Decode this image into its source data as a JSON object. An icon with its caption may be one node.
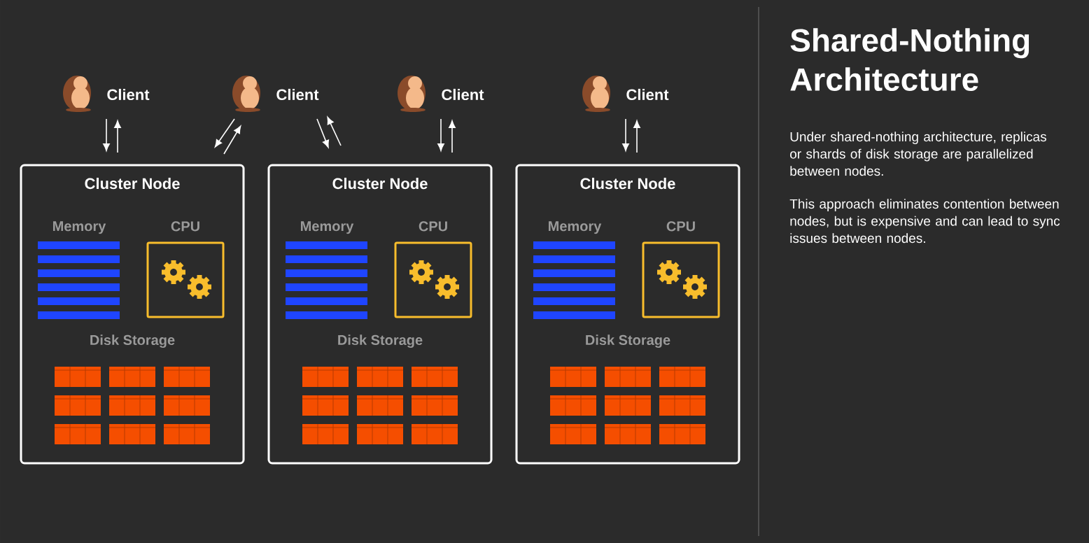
{
  "diagram": {
    "title": "Shared-Nothing Architecture",
    "nodes": [
      {
        "text": [
          "Client"
        ]
      },
      {
        "text": [
          "Client"
        ]
      },
      {
        "text": [
          "Client"
        ]
      },
      {
        "text": [
          "Client"
        ]
      },
      {
        "text": [
          "Cluster Node"
        ]
      },
      {
        "text": [
          "Memory"
        ],
        "in": 4
      },
      {
        "text": [
          "CPU"
        ],
        "in": 4
      },
      {
        "text": [
          "Disk Storage"
        ],
        "in": 4
      },
      {
        "text": [
          "Cluster Node"
        ]
      },
      {
        "text": [
          "Memory"
        ],
        "in": 8
      },
      {
        "text": [
          "CPU"
        ],
        "in": 8
      },
      {
        "text": [
          "Disk Storage"
        ],
        "in": 8
      },
      {
        "text": [
          "Cluster Node"
        ]
      },
      {
        "text": [
          "Memory"
        ],
        "in": 12
      },
      {
        "text": [
          "CPU"
        ],
        "in": 12
      },
      {
        "text": [
          "Disk Storage"
        ],
        "in": 12
      }
    ],
    "edges": [
      {
        "from": 0,
        "to": 4,
        "arrow": "to"
      },
      {
        "from": 4,
        "to": 0,
        "arrow": "to"
      },
      {
        "from": 1,
        "to": 4,
        "arrow": "to"
      },
      {
        "from": 4,
        "to": 1,
        "arrow": "to"
      },
      {
        "from": 1,
        "to": 8,
        "arrow": "to"
      },
      {
        "from": 8,
        "to": 1,
        "arrow": "to"
      },
      {
        "from": 2,
        "to": 8,
        "arrow": "to"
      },
      {
        "from": 8,
        "to": 2,
        "arrow": "to"
      },
      {
        "from": 3,
        "to": 12,
        "arrow": "to"
      },
      {
        "from": 12,
        "to": 3,
        "arrow": "to"
      }
    ],
    "labels": [
      "Under shared-nothing architecture, replicas or shards of disk storage are parallelized between nodes.",
      "This approach eliminates contention between nodes, but is expensive and can lead to sync issues between nodes."
    ]
  }
}
